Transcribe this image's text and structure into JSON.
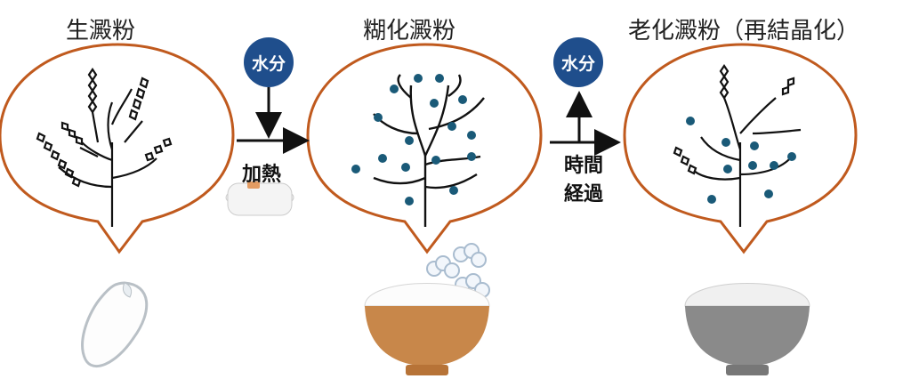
{
  "stages": [
    {
      "title": "生澱粉"
    },
    {
      "title": "糊化澱粉"
    },
    {
      "title": "老化澱粉（再結晶化）"
    }
  ],
  "steps": {
    "water_label": "水分",
    "heat_label": "加熱",
    "time_label_1": "時間",
    "time_label_2": "経過"
  },
  "colors": {
    "bubble_outline": "#c05a1e",
    "water_badge": "#1f4e8c",
    "water_dot": "#1a5a78",
    "bowl": "#c8874a",
    "bowl_gray": "#8a8a8a"
  },
  "icons": [
    "rice-grain-icon",
    "rice-cooker-icon",
    "steaming-rice-bowl-icon",
    "gray-rice-bowl-icon"
  ]
}
